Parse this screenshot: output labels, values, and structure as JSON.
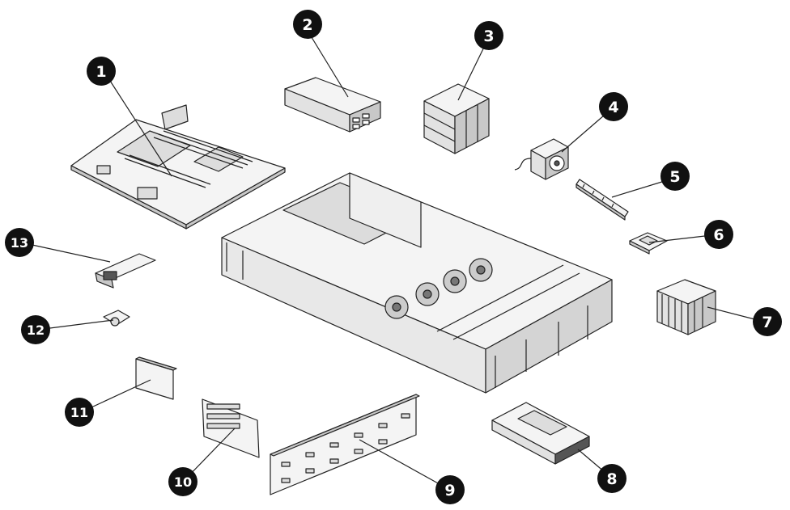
{
  "callouts": [
    {
      "id": 1,
      "label": "1"
    },
    {
      "id": 2,
      "label": "2"
    },
    {
      "id": 3,
      "label": "3"
    },
    {
      "id": 4,
      "label": "4"
    },
    {
      "id": 5,
      "label": "5"
    },
    {
      "id": 6,
      "label": "6"
    },
    {
      "id": 7,
      "label": "7"
    },
    {
      "id": 8,
      "label": "8"
    },
    {
      "id": 9,
      "label": "9"
    },
    {
      "id": 10,
      "label": "10"
    },
    {
      "id": 11,
      "label": "11"
    },
    {
      "id": 12,
      "label": "12"
    },
    {
      "id": 13,
      "label": "13"
    }
  ],
  "colors": {
    "callout_fill": "#111111",
    "callout_text": "#ffffff",
    "line": "#222222",
    "part_fill": "#f4f4f4",
    "part_shade": "#c8c8c8"
  }
}
